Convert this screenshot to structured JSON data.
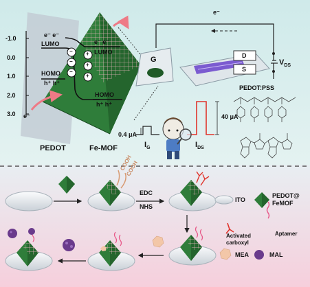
{
  "energy_axis": {
    "ticks": [
      "-1.0",
      "0.0",
      "1.0",
      "2.0",
      "3.0"
    ]
  },
  "band_diagram": {
    "pedot": {
      "label": "PEDOT",
      "lumo": "LUMO",
      "homo": "HOMO",
      "electrons": "e⁻ e⁻",
      "holes": "h⁺ h⁺"
    },
    "femof": {
      "label": "Fe-MOF",
      "lumo": "LUMO",
      "homo": "HOMO",
      "electrons": "e⁻ e⁻",
      "holes": "h⁺ h⁺"
    },
    "minus_signs": [
      "−",
      "−",
      "−"
    ],
    "plus_signs": [
      "+",
      "+",
      "+"
    ],
    "electron_label": "e⁻"
  },
  "device": {
    "gate": "G",
    "drain": "D",
    "source": "S",
    "vds": "V",
    "vds_sub": "DS",
    "channel": "PEDOT:PSS",
    "electron_label": "e⁻",
    "current_low": "0.4 μA",
    "current_high": "40 μA",
    "ig": "I",
    "ig_sub": "G",
    "ids": "I",
    "ids_sub": "DS"
  },
  "process": {
    "step_labels": [
      "EDC",
      "NHS"
    ],
    "cooh": [
      "COOH",
      "COOH"
    ]
  },
  "legend": {
    "ito": "ITO",
    "pedot_mof": [
      "PEDOT@",
      "FeMOF"
    ],
    "activated": [
      "Activated",
      "carboxyl"
    ],
    "aptamer": "Aptamer",
    "mea": "MEA",
    "mal": "MAL"
  },
  "colors": {
    "top_bg": "#d6edec",
    "bottom_bg": "#f3d4de",
    "mof_green": "#2f7d3a",
    "arrow_pink": "#ee7a86",
    "channel_purple": "#7b5bd0",
    "pulse_red": "#e0342c",
    "mal_purple": "#6a3b8c",
    "mea_peach": "#f3c7a8"
  }
}
